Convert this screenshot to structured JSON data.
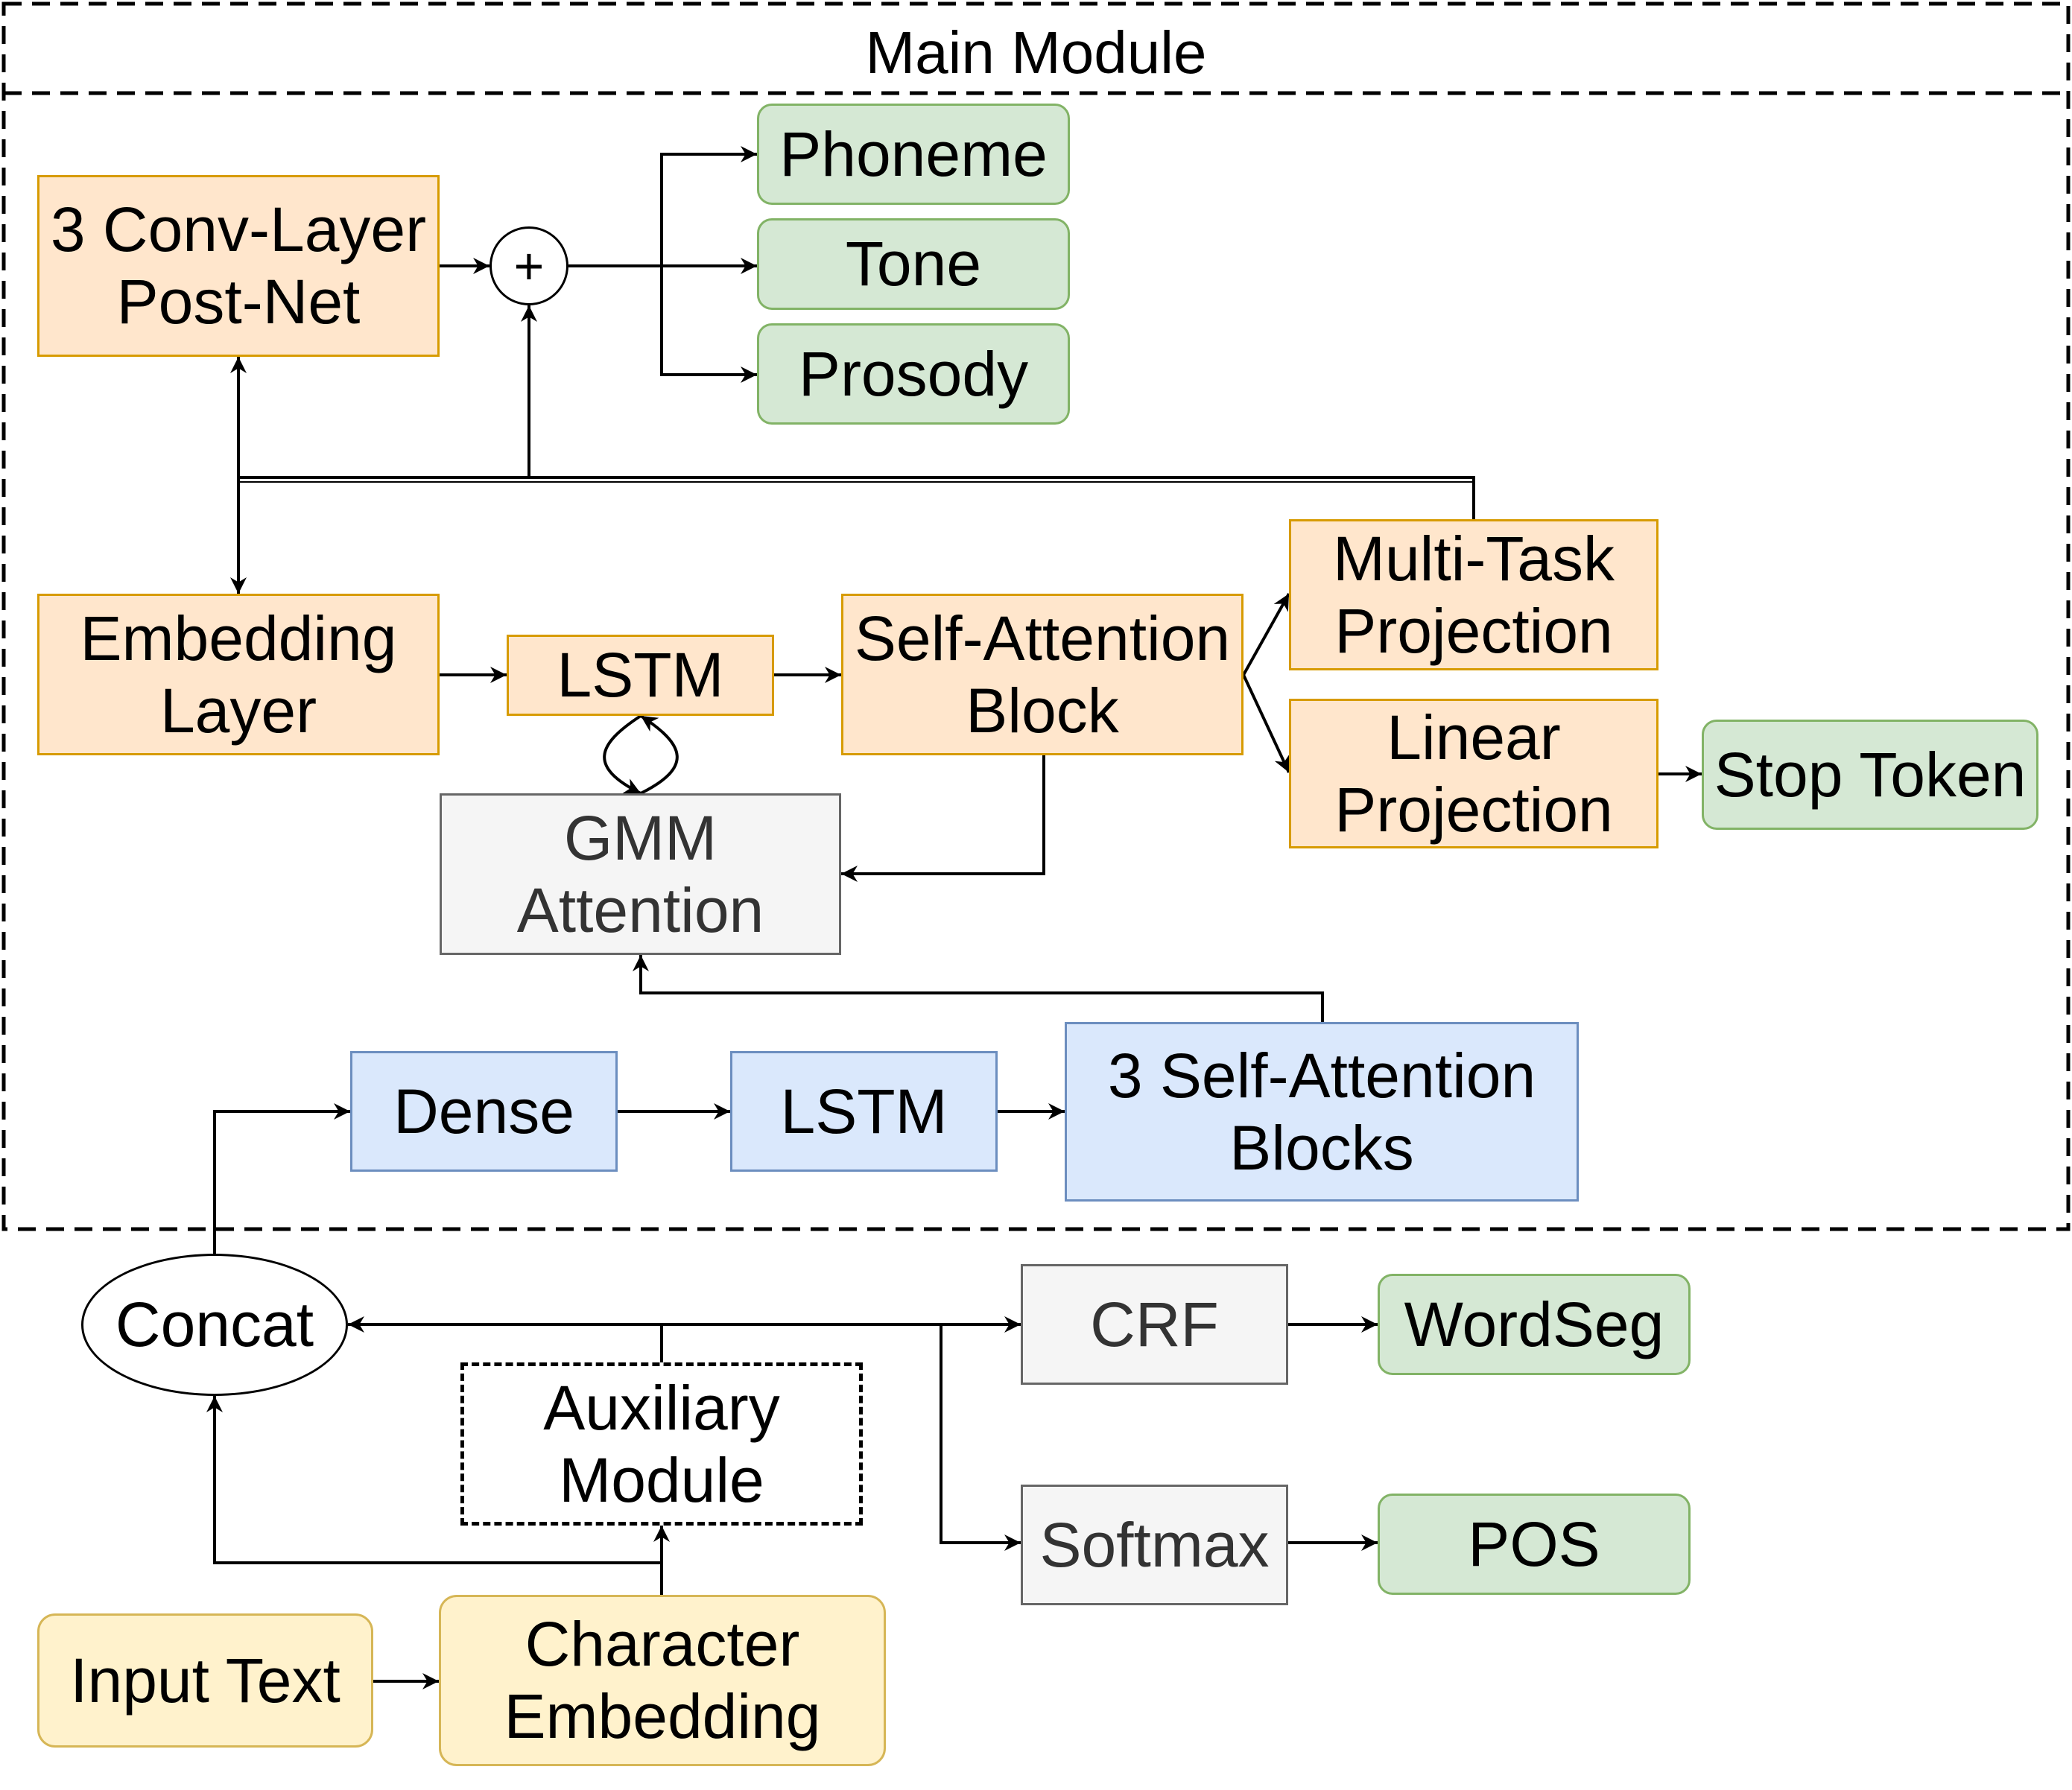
{
  "main_module": {
    "title": "Main Module"
  },
  "nodes": {
    "postnet": "3 Conv-Layer\nPost-Net",
    "sum_symbol": "+",
    "phoneme": "Phoneme",
    "tone": "Tone",
    "prosody": "Prosody",
    "embedding_layer": "Embedding\nLayer",
    "lstm_decoder": "LSTM",
    "self_attention_block": "Self-Attention\nBlock",
    "multitask_projection": "Multi-Task\nProjection",
    "linear_projection": "Linear\nProjection",
    "stop_token": "Stop Token",
    "gmm_attention": "GMM\nAttention",
    "dense": "Dense",
    "lstm_encoder": "LSTM",
    "self_attention_blocks": "3 Self-Attention\nBlocks",
    "concat": "Concat",
    "crf": "CRF",
    "wordseg": "WordSeg",
    "auxiliary_module": "Auxiliary\nModule",
    "softmax": "Softmax",
    "pos": "POS",
    "input_text": "Input Text",
    "character_embedding": "Character\nEmbedding"
  },
  "colors": {
    "orange_fill": "#ffe6cc",
    "orange_stroke": "#d79b00",
    "green_fill": "#d5e8d4",
    "green_stroke": "#82b366",
    "blue_fill": "#dae8fc",
    "blue_stroke": "#6c8ebf",
    "gray_fill": "#f5f5f5",
    "gray_stroke": "#666666",
    "yellow_fill": "#fff2cc",
    "yellow_stroke": "#d6b656"
  }
}
